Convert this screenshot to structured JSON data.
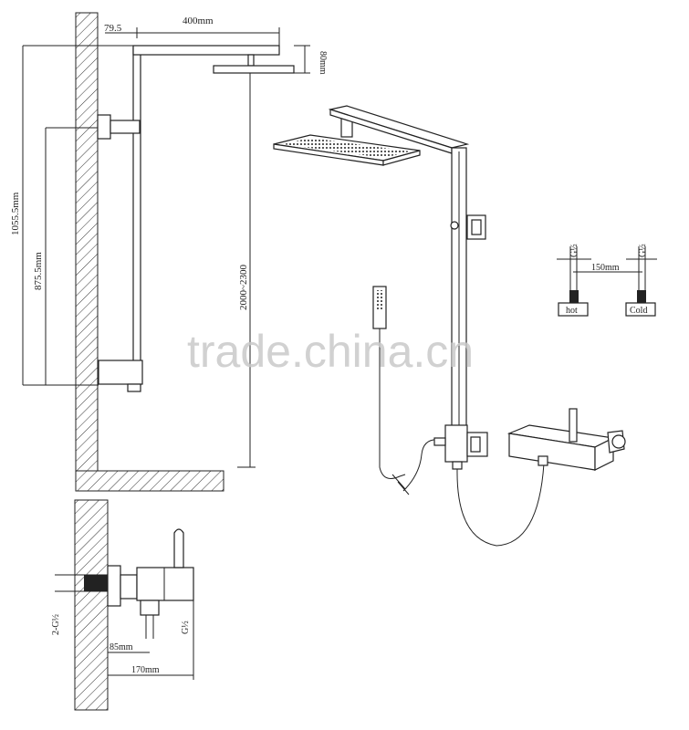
{
  "dimensions": {
    "wall_offset": "79.5",
    "arm_length": "400mm",
    "head_thickness": "80mm",
    "total_height": "1055.5mm",
    "bracket_height": "875.5mm",
    "install_height": "2000~2300",
    "pipe_spacing": "150mm",
    "thread_left": "G½",
    "thread_right": "G½",
    "side_thread": "2-G½",
    "outlet_thread": "G½",
    "inlet_depth": "85mm",
    "mixer_depth": "170mm"
  },
  "labels": {
    "hot": "hot",
    "cold": "Cold"
  },
  "watermark": "trade.china.cn",
  "colors": {
    "line": "#222222",
    "watermark": "#c9c9c9"
  }
}
